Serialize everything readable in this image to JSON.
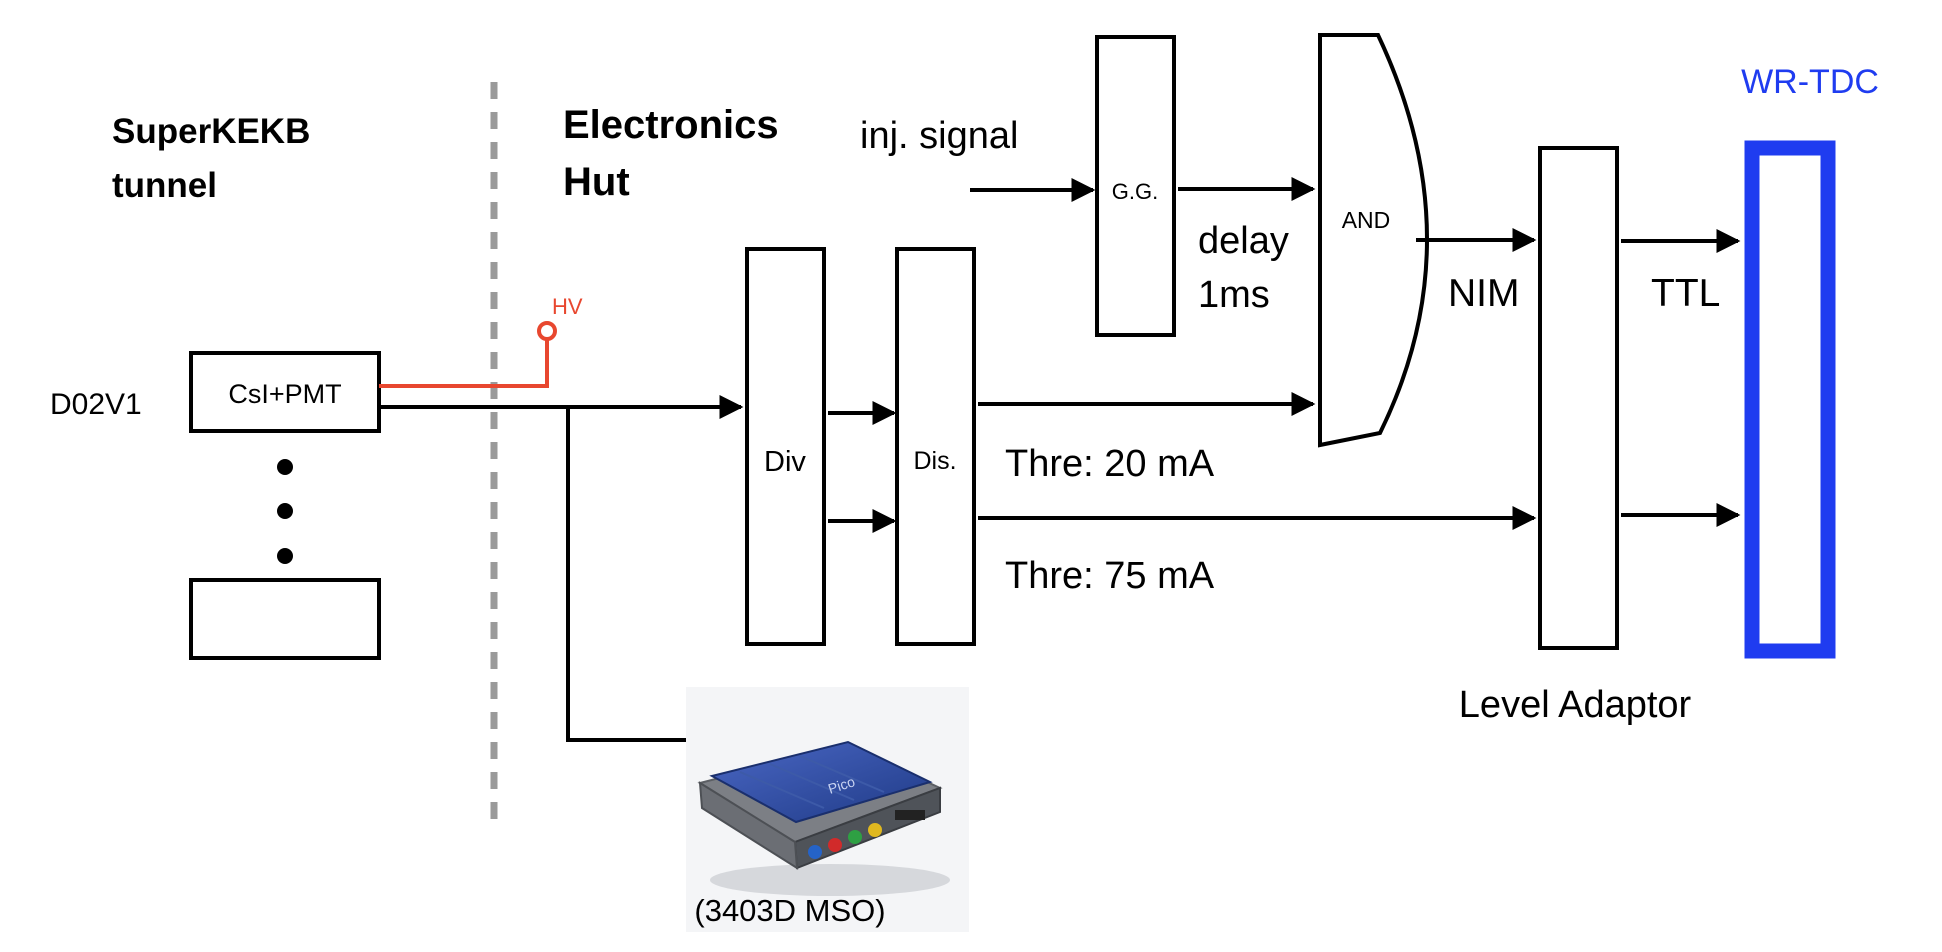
{
  "regions": {
    "tunnel": {
      "line1": "SuperKEKB",
      "line2": "tunnel"
    },
    "hut": {
      "line1": "Electronics",
      "line2": "Hut"
    }
  },
  "labels": {
    "detector": "D02V1",
    "hv": "HV",
    "inj_signal": "inj. signal",
    "delay_line1": "delay",
    "delay_line2": "1ms",
    "nim": "NIM",
    "ttl": "TTL",
    "thre1": "Thre: 20 mA",
    "thre2": "Thre: 75 mA",
    "level_adaptor": "Level Adaptor",
    "wr_tdc": "WR-TDC",
    "oscilloscope": "(3403D MSO)",
    "scope_brand": "Pico"
  },
  "blocks": {
    "csi_pmt": "CsI+PMT",
    "div": "Div",
    "dis": "Dis.",
    "gg": "G.G.",
    "and": "AND"
  },
  "colors": {
    "hv_line": "#e8472f",
    "wr_tdc": "#1f3cf0",
    "boundary": "#9a9a9a",
    "scope_body": "#2e4a9c"
  }
}
